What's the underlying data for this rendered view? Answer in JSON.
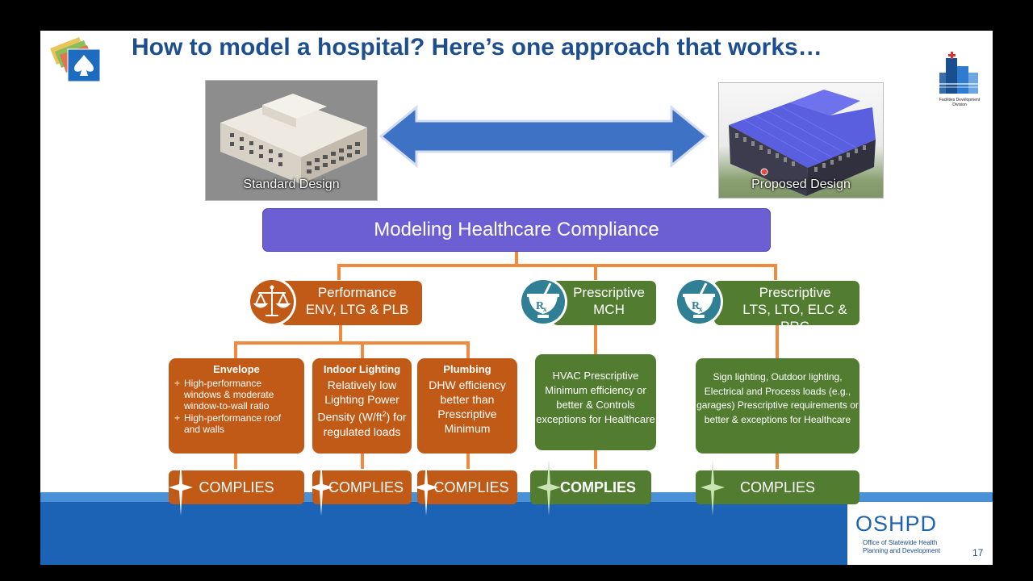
{
  "title": "How to model a hospital? Here’s one approach that works…",
  "images": {
    "standard_caption": "Standard Design",
    "proposed_caption": "Proposed Design"
  },
  "logo_right_caption": "Facilities Development Division",
  "main_box": "Modeling Healthcare Compliance",
  "branches": {
    "performance": {
      "line1": "Performance",
      "line2": "ENV, LTG & PLB",
      "icon": "scales-of-justice-icon"
    },
    "prescriptive_mch": {
      "line1": "Prescriptive",
      "line2": "MCH",
      "icon": "rx-mortar-icon"
    },
    "prescriptive_lts": {
      "line1": "Prescriptive",
      "line2": "LTS, LTO, ELC & PRC",
      "icon": "rx-mortar-icon"
    }
  },
  "sub_boxes": {
    "envelope": {
      "heading": "Envelope",
      "bullets": [
        "High-performance windows & moderate window-to-wall ratio",
        "High-performance roof and walls"
      ]
    },
    "indoor_lighting": {
      "heading": "Indoor Lighting",
      "body_before": "Relatively low Lighting Power Density (W/ft",
      "superscript": "2",
      "body_after": ") for regulated loads"
    },
    "plumbing": {
      "heading": "Plumbing",
      "body": "DHW efficiency better than Prescriptive Minimum"
    },
    "hvac": {
      "body": "HVAC Prescriptive Minimum efficiency or better & Controls exceptions for Healthcare"
    },
    "signage": {
      "body": "Sign lighting, Outdoor lighting, Electrical and Process loads (e.g., garages) Prescriptive requirements  or better &  exceptions for Healthcare"
    }
  },
  "complies_label": "COMPLIES",
  "footer": {
    "brand": "OSHPD",
    "org_line1": "Office of Statewide Health",
    "org_line2": "Planning and Development",
    "page_number": "17"
  },
  "colors": {
    "title": "#1d4e8f",
    "main_box": "#6b5fd3",
    "performance": "#c05a16",
    "prescriptive": "#527d31",
    "connector": "#ef8a3e",
    "arrow": "#3d72c4"
  }
}
